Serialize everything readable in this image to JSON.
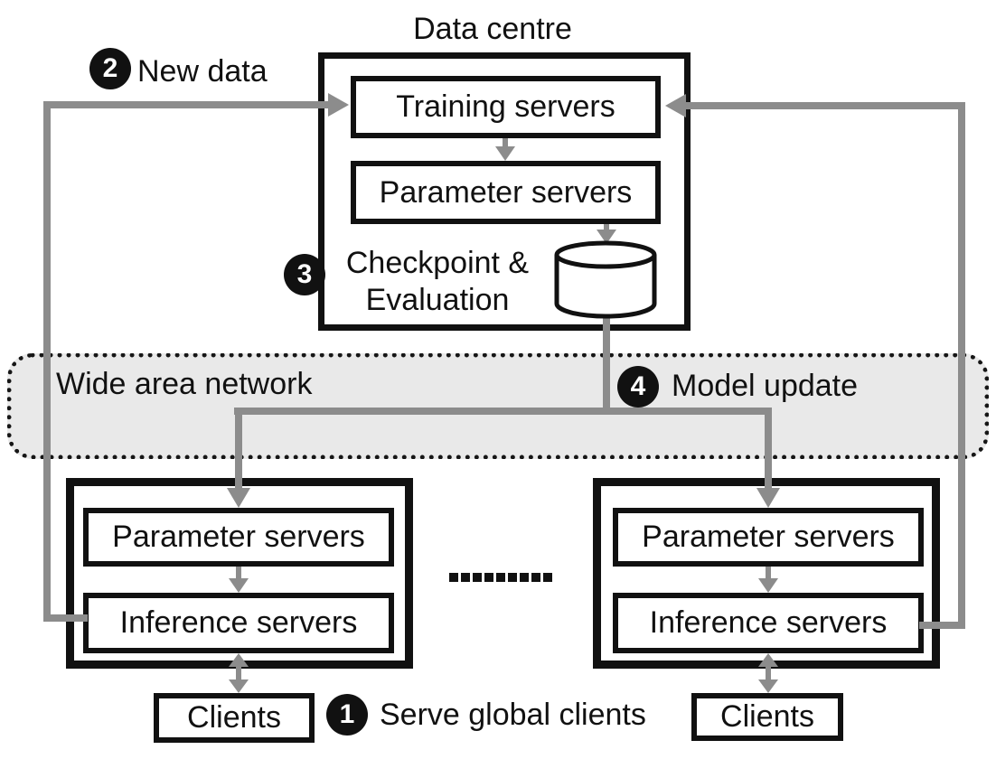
{
  "title": "Data centre",
  "wan_label": "Wide area network",
  "data_centre": {
    "training_servers": "Training servers",
    "parameter_servers": "Parameter servers",
    "checkpoint_line1": "Checkpoint &",
    "checkpoint_line2": "Evaluation"
  },
  "steps": {
    "serve": {
      "num": "1",
      "label": "Serve global clients"
    },
    "new_data": {
      "num": "2",
      "label": "New data"
    },
    "checkpoint": {
      "num": "3"
    },
    "model_update": {
      "num": "4",
      "label": "Model update"
    }
  },
  "cluster_left": {
    "parameter_servers": "Parameter servers",
    "inference_servers": "Inference servers",
    "clients": "Clients"
  },
  "cluster_right": {
    "parameter_servers": "Parameter servers",
    "inference_servers": "Inference servers",
    "clients": "Clients"
  },
  "colors": {
    "line_gray": "#8c8c8c",
    "wan_fill": "#e9e9e9",
    "ink_black": "#111111"
  }
}
